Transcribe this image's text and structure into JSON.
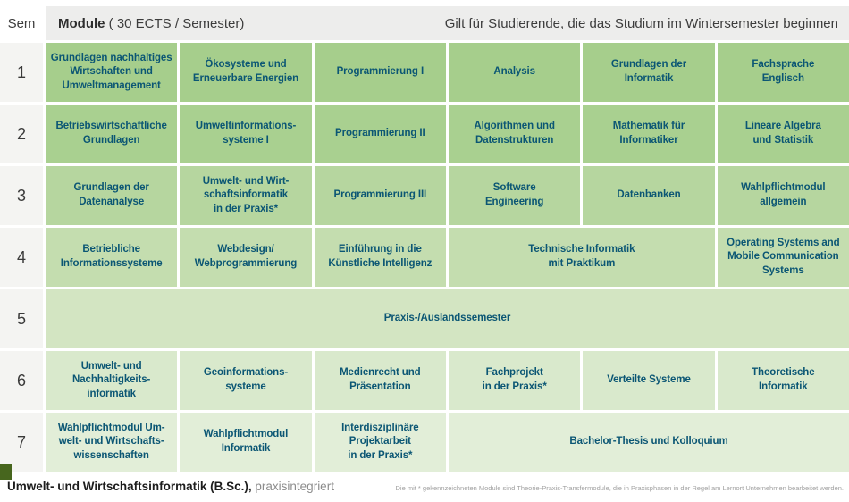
{
  "header": {
    "sem_label": "Sem",
    "module_label": "Module",
    "module_suffix": " ( 30 ECTS / Semester)",
    "note": "Gilt für Studierende, die das Studium im Wintersemester beginnen"
  },
  "table": {
    "module_text_color": "#0b5674",
    "rows": [
      {
        "sem": "1",
        "bg": "#a6ce8c",
        "cells": [
          {
            "text": "Grundlagen nachhaltiges\nWirtschaften und\nUmweltmanagement",
            "span": 1
          },
          {
            "text": "Ökosysteme und\nErneuerbare Energien",
            "span": 1
          },
          {
            "text": "Programmierung I",
            "span": 1
          },
          {
            "text": "Analysis",
            "span": 1
          },
          {
            "text": "Grundlagen der\nInformatik",
            "span": 1
          },
          {
            "text": "Fachsprache\nEnglisch",
            "span": 1
          }
        ]
      },
      {
        "sem": "2",
        "bg": "#a9d090",
        "cells": [
          {
            "text": "Betriebswirtschaftliche\nGrundlagen",
            "span": 1
          },
          {
            "text": "Umweltinformations-\nsysteme I",
            "span": 1
          },
          {
            "text": "Programmierung II",
            "span": 1
          },
          {
            "text": "Algorithmen und\nDatenstrukturen",
            "span": 1
          },
          {
            "text": "Mathematik für\nInformatiker",
            "span": 1
          },
          {
            "text": "Lineare Algebra\nund Statistik",
            "span": 1
          }
        ]
      },
      {
        "sem": "3",
        "bg": "#b6d69f",
        "cells": [
          {
            "text": "Grundlagen der\nDatenanalyse",
            "span": 1
          },
          {
            "text": "Umwelt- und Wirt-\nschaftsinformatik\nin der Praxis*",
            "span": 1
          },
          {
            "text": "Programmierung III",
            "span": 1
          },
          {
            "text": "Software\nEngineering",
            "span": 1
          },
          {
            "text": "Datenbanken",
            "span": 1
          },
          {
            "text": "Wahlpflichtmodul\nallgemein",
            "span": 1
          }
        ]
      },
      {
        "sem": "4",
        "bg": "#c4ddaf",
        "cells": [
          {
            "text": "Betriebliche\nInformationssysteme",
            "span": 1
          },
          {
            "text": "Webdesign/\nWebprogrammierung",
            "span": 1
          },
          {
            "text": "Einführung in die\nKünstliche Intelligenz",
            "span": 1
          },
          {
            "text": "Technische Informatik\nmit Praktikum",
            "span": 2
          },
          {
            "text": "Operating Systems and\nMobile Communication\nSystems",
            "span": 1
          }
        ]
      },
      {
        "sem": "5",
        "bg": "#d3e5c2",
        "cells": [
          {
            "text": "Praxis-/Auslandssemester",
            "span": 6
          }
        ]
      },
      {
        "sem": "6",
        "bg": "#d9e9cc",
        "cells": [
          {
            "text": "Umwelt- und\nNachhaltigkeits-\ninformatik",
            "span": 1
          },
          {
            "text": "Geoinformations-\nsysteme",
            "span": 1
          },
          {
            "text": "Medienrecht und\nPräsentation",
            "span": 1
          },
          {
            "text": "Fachprojekt\nin der Praxis*",
            "span": 1
          },
          {
            "text": "Verteilte Systeme",
            "span": 1
          },
          {
            "text": "Theoretische\nInformatik",
            "span": 1
          }
        ]
      },
      {
        "sem": "7",
        "bg": "#e2eed8",
        "cells": [
          {
            "text": "Wahlpflichtmodul Um-\nwelt- und Wirtschafts-\nwissenschaften",
            "span": 1
          },
          {
            "text": "Wahlpflichtmodul\nInformatik",
            "span": 1
          },
          {
            "text": "Interdisziplinäre\nProjektarbeit\nin der Praxis*",
            "span": 1
          },
          {
            "text": "Bachelor-Thesis und Kolloquium",
            "span": 3
          }
        ]
      }
    ]
  },
  "footer": {
    "program_bold": "Umwelt- und Wirtschaftsinformatik (B.Sc.),",
    "program_suffix": " praxisintegriert",
    "note": "Die mit * gekennzeichneten Module sind Theorie-Praxis-Transfermodule, die in Praxisphasen in der Regel am Lernort Unternehmen bearbeitet werden."
  },
  "colors": {
    "header_band": "#ededec",
    "sem_cell": "#f4f4f2",
    "module_text": "#0b5674",
    "logo_mark": "#47661e"
  }
}
